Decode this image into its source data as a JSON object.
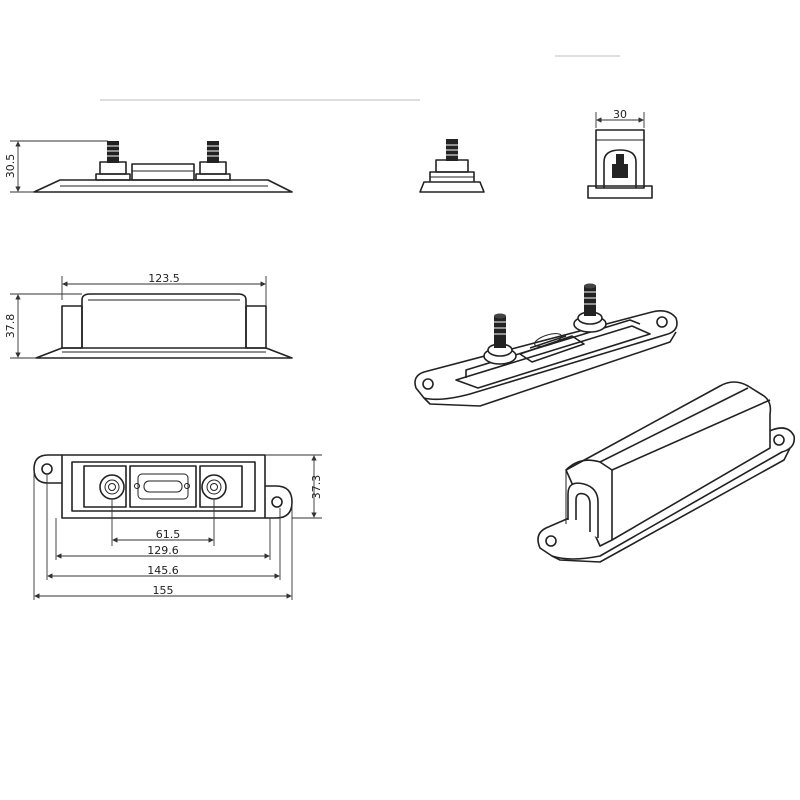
{
  "dimensions": {
    "side_height": "30.5",
    "top_width": "30",
    "front_length": "123.5",
    "front_height": "37.8",
    "base_height": "37.3",
    "stud_spacing": "61.5",
    "base_inner": "129.6",
    "hole_spacing": "145.6",
    "overall_length": "155"
  }
}
